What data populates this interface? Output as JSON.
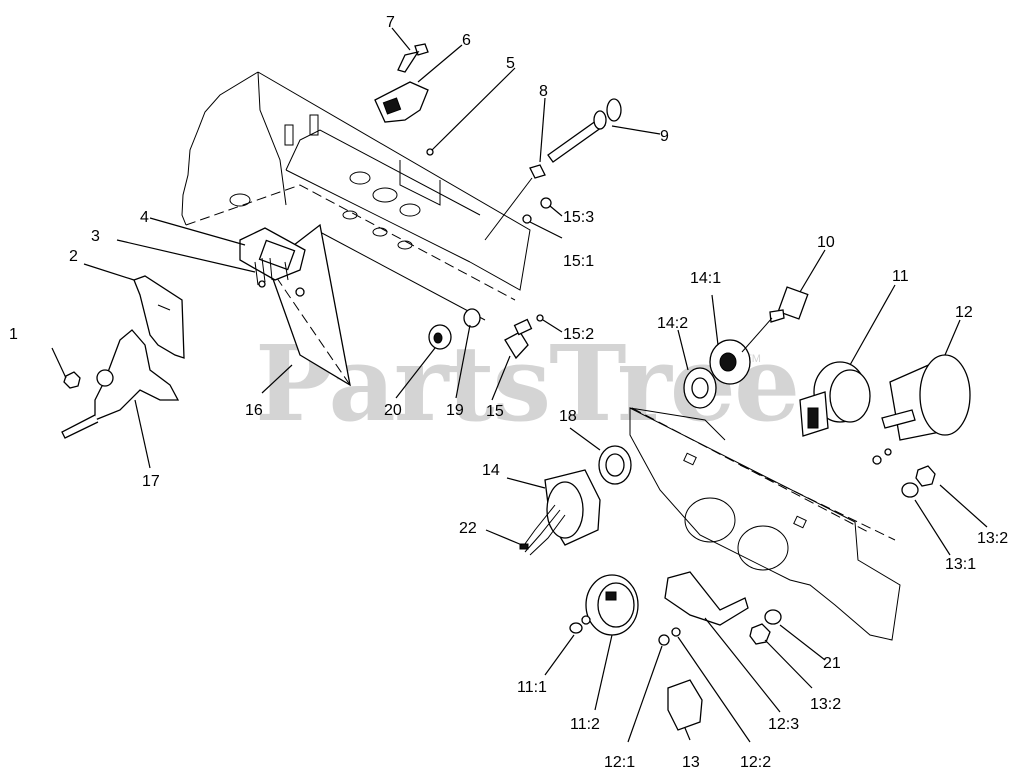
{
  "watermark": {
    "text": "PartsTree",
    "tm": "TM"
  },
  "callouts": [
    {
      "id": "1",
      "label": "1"
    },
    {
      "id": "2",
      "label": "2"
    },
    {
      "id": "3",
      "label": "3"
    },
    {
      "id": "4",
      "label": "4"
    },
    {
      "id": "5",
      "label": "5"
    },
    {
      "id": "6",
      "label": "6"
    },
    {
      "id": "7",
      "label": "7"
    },
    {
      "id": "8",
      "label": "8"
    },
    {
      "id": "9",
      "label": "9"
    },
    {
      "id": "10",
      "label": "10"
    },
    {
      "id": "11",
      "label": "11"
    },
    {
      "id": "12",
      "label": "12"
    },
    {
      "id": "13",
      "label": "13"
    },
    {
      "id": "13_1",
      "label": "13:1"
    },
    {
      "id": "13_2a",
      "label": "13:2"
    },
    {
      "id": "13_2b",
      "label": "13:2"
    },
    {
      "id": "14",
      "label": "14"
    },
    {
      "id": "14_1",
      "label": "14:1"
    },
    {
      "id": "14_2",
      "label": "14:2"
    },
    {
      "id": "15",
      "label": "15"
    },
    {
      "id": "15_1",
      "label": "15:1"
    },
    {
      "id": "15_2",
      "label": "15:2"
    },
    {
      "id": "15_3",
      "label": "15:3"
    },
    {
      "id": "16",
      "label": "16"
    },
    {
      "id": "17",
      "label": "17"
    },
    {
      "id": "18",
      "label": "18"
    },
    {
      "id": "19",
      "label": "19"
    },
    {
      "id": "20",
      "label": "20"
    },
    {
      "id": "21",
      "label": "21"
    },
    {
      "id": "22",
      "label": "22"
    },
    {
      "id": "11_1",
      "label": "11:1"
    },
    {
      "id": "11_2",
      "label": "11:2"
    },
    {
      "id": "12_1",
      "label": "12:1"
    },
    {
      "id": "12_2",
      "label": "12:2"
    },
    {
      "id": "12_3",
      "label": "12:3"
    }
  ]
}
